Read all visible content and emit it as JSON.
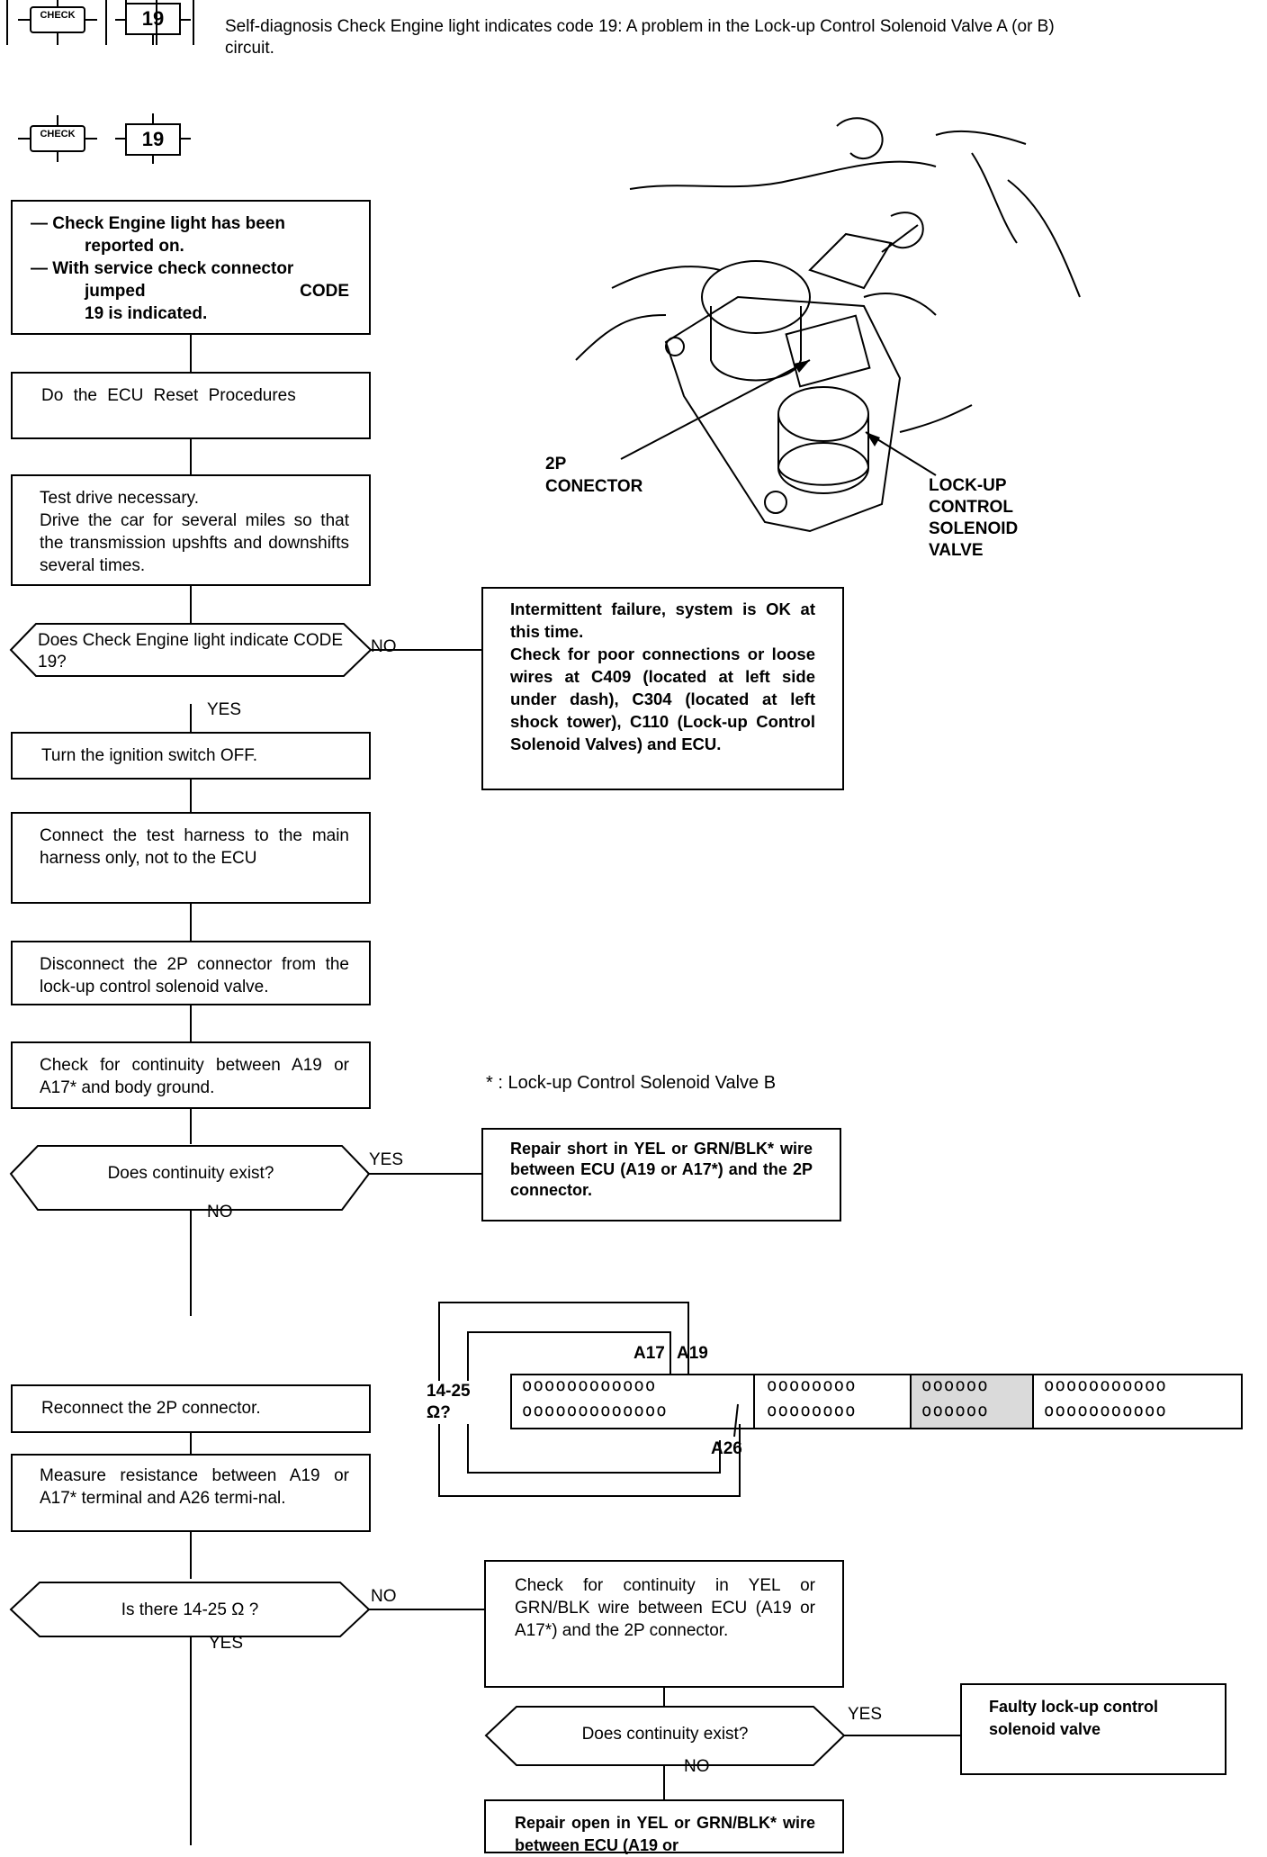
{
  "header": {
    "code_badge": "19",
    "title_line1": "Self-diagnosis Check Engine light indicates code 19: A problem in the Lock-up Control Solenoid Valve A (or B)",
    "title_line2": "circuit."
  },
  "chart_header": {
    "code_badge": "19",
    "check_icon_text": "CHECK"
  },
  "steps": {
    "s1_line1": "— Check Engine light has been",
    "s1_line2": "reported on.",
    "s1_line3": "— With service check connector",
    "s1_line4a": "jumped",
    "s1_line4b": "CODE",
    "s1_line5": "19 is indicated.",
    "s2": "Do the ECU Reset Procedures",
    "s3": "Test drive necessary.\nDrive the car for several miles so that the transmission upshfts and downshifts several times.",
    "d1": "Does Check Engine light indicate CODE 19?",
    "d1_no": "NO",
    "d1_yes": "YES",
    "intermittent": "Intermittent failure, system is OK at this time.\nCheck for poor connections or loose wires at C409 (located at left side under dash), C304 (located at left shock tower), C110 (Lock-up Control Solenoid Valves) and ECU.",
    "s4": "Turn the ignition switch OFF.",
    "s5": "Connect the test harness to the main harness only, not to the ECU",
    "s6": "Disconnect the 2P connector from the lock-up control solenoid valve.",
    "s7": "Check for continuity between A19 or A17* and body ground.",
    "d2": "Does continuity exist?",
    "d2_yes": "YES",
    "d2_no": "NO",
    "repair_short": "Repair short in YEL or GRN/BLK* wire between ECU (A19 or A17*) and the 2P connector.",
    "s8": "Reconnect the 2P connector.",
    "s9": "Measure resistance between A19 or A17* terminal and A26 termi-nal.",
    "d3": "Is there 14-25 Ω ?",
    "d3_no": "NO",
    "d3_yes": "YES",
    "check_open": "Check for continuity in YEL or GRN/BLK wire between ECU (A19 or A17*) and the 2P connector.",
    "d4": "Does continuity exist?",
    "d4_yes": "YES",
    "d4_no": "NO",
    "faulty": "Faulty lock-up control solenoid valve",
    "repair_open": "Repair open in YEL or GRN/BLK* wire between ECU (A19 or"
  },
  "illustration": {
    "connector_label": "2P\nCONECTOR",
    "valve_label": "LOCK-UP\nCONTROL\nSOLENOID\nVALVE"
  },
  "footnote": "* : Lock-up Control Solenoid Valve B",
  "connector_diagram": {
    "label_a17": "A17",
    "label_a19": "A19",
    "label_a26": "A26",
    "label_resistance": "14-25\nΩ?",
    "row_a1": "oooooooooooo",
    "row_a2": "ooooooooooooo",
    "row_b": "oooooooo",
    "row_c": "oooooo",
    "row_d": "ooooooooooo"
  }
}
